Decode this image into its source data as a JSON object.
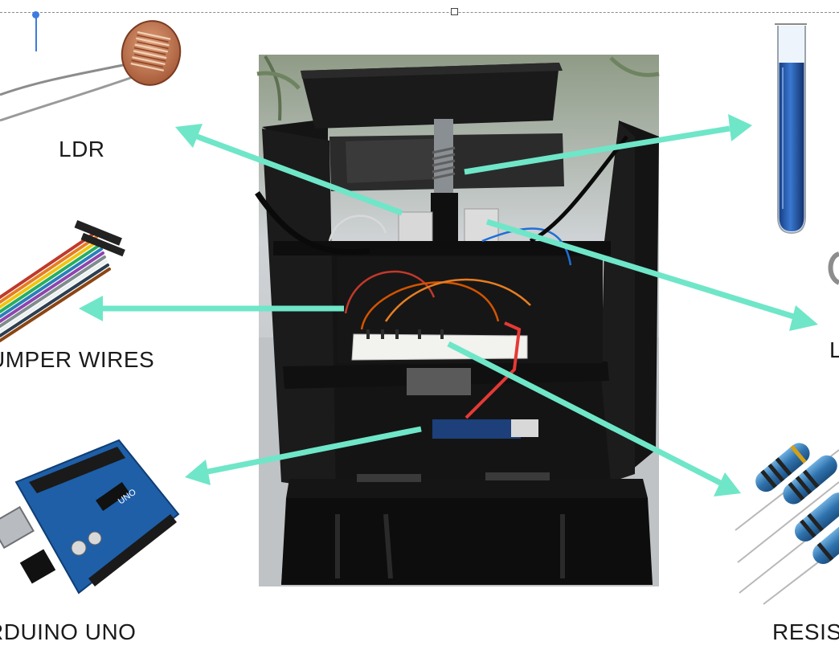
{
  "labels": {
    "ldr": "LDR",
    "jumper_wires": "UMPER WIRES",
    "arduino": "RDUINO UNO",
    "led_partial": "L",
    "resistors_partial": "RESIST"
  },
  "colors": {
    "arrow": "#6fe6c8",
    "box_body": "#151515",
    "wood_background": "#c9cdd0",
    "test_tube_liquid": "#2a5fb0",
    "arduino_board": "#1e5fa8",
    "resistor_body": "#3a7fb8",
    "selection": "#3d7be0"
  },
  "icons": {
    "ldr": "light-dependent-resistor-icon",
    "jumper": "jumper-wire-ribbon-icon",
    "arduino": "arduino-uno-board-icon",
    "test_tube": "test-tube-icon",
    "resistors": "resistor-icon",
    "led": "led-icon"
  }
}
